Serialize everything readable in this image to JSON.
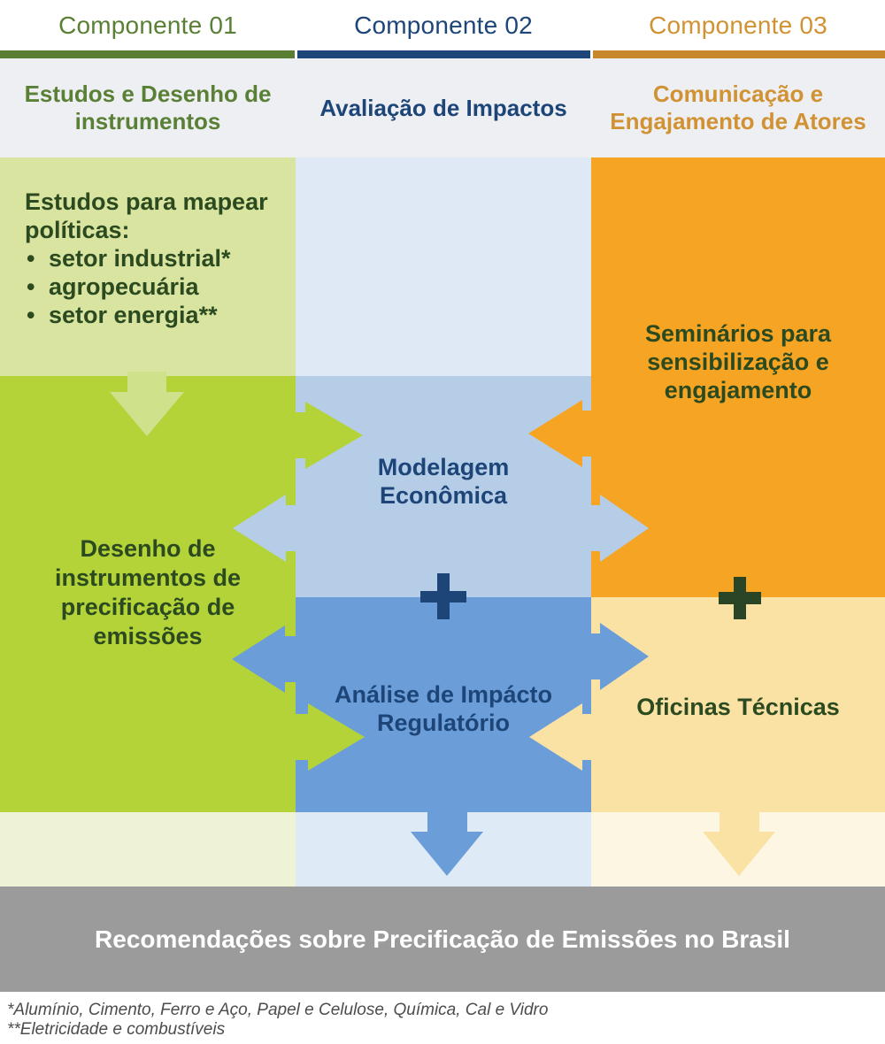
{
  "components": [
    {
      "label": "Componente 01",
      "subtitle": "Estudos e Desenho de instrumentos",
      "color": "#5a8036"
    },
    {
      "label": "Componente 02",
      "subtitle": "Avaliação de Impactos",
      "color": "#1d4577"
    },
    {
      "label": "Componente 03",
      "subtitle": "Comunicação e Engajamento de Atores",
      "color": "#d19233"
    }
  ],
  "blocks": {
    "estudos": {
      "title": "Estudos para mapear políticas:",
      "bullets": [
        "setor industrial*",
        "agropecuária",
        "setor energia**"
      ]
    },
    "desenho": "Desenho de instrumentos de precificação de emissões",
    "modelagem": "Modelagem Econômica",
    "analise": "Análise de Impácto Regulatório",
    "seminarios": "Seminários para sensibilização e engajamento",
    "oficinas": "Oficinas Técnicas",
    "plus_sign": "+"
  },
  "banner": "Recomendações sobre Precificação de Emissões no Brasil",
  "footnotes": [
    "*Alumínio, Cimento, Ferro e Aço, Papel e Celulose, Química, Cal e Vidro",
    "**Eletricidade e combustíveis"
  ],
  "colors": {
    "green_header": "#5a8036",
    "green_bar": "#587d33",
    "navy": "#1d4577",
    "navy_text": "#1d4577",
    "orange_header": "#d19233",
    "orange_bar": "#c8862d",
    "band_bg": "#edeff3",
    "light_green": "#d9e4a1",
    "bright_green": "#b3d338",
    "pale_green_arrow": "#cfe18b",
    "strip_green": "#eff3d6",
    "pale_blue": "#dfe9f5",
    "mid_blue": "#b6cde8",
    "strong_blue": "#6b9ed9",
    "strip_blue": "#dfeaf7",
    "orange_block": "#f6a423",
    "pale_yellow": "#fae2a4",
    "strip_yellow": "#fdf6e3",
    "dark_green_text": "#2c4a20",
    "plus_green": "#2a4526",
    "gray_bar": "#9b9b9b",
    "banner_text": "#ffffff",
    "footnote_text": "#4c4c4e"
  }
}
